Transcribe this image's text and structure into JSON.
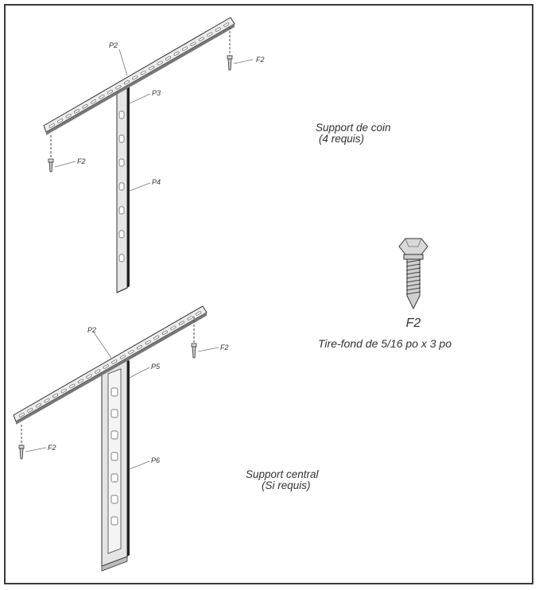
{
  "parts": {
    "corner": {
      "crossbar": "P2",
      "upper_leg": "P3",
      "lower_leg": "P4",
      "bolt_left": "F2",
      "bolt_right": "F2"
    },
    "center": {
      "crossbar": "P2",
      "upper_leg": "P5",
      "lower_leg": "P6",
      "bolt_left": "F2",
      "bolt_right": "F2"
    }
  },
  "captions": {
    "corner_line1": "Support de coin",
    "corner_line2": "(4 requis)",
    "center_line1": "Support central",
    "center_line2": "(Si requis)"
  },
  "fastener": {
    "code": "F2",
    "description": "Tire-fond de 5/16 po x 3 po"
  }
}
